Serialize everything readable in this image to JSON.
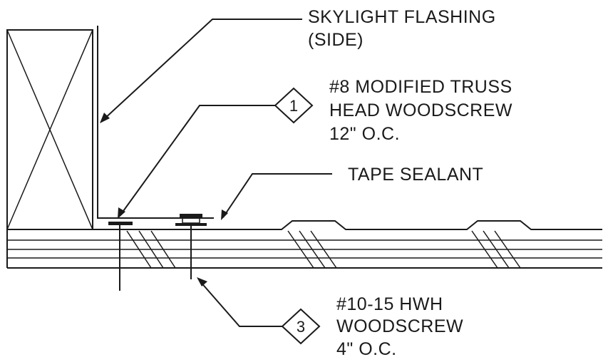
{
  "callouts": {
    "skylight_flashing": [
      "SKYLIGHT FLASHING",
      "(SIDE)"
    ],
    "truss_screw": [
      "#8 MODIFIED TRUSS",
      "HEAD WOODSCREW",
      "12\" O.C."
    ],
    "tape_sealant": [
      "TAPE SEALANT"
    ],
    "hwh_screw": [
      "#10-15 HWH",
      "WOODSCREW",
      "4\" O.C."
    ]
  },
  "tags": {
    "truss_screw_tag": "1",
    "hwh_screw_tag": "3"
  }
}
